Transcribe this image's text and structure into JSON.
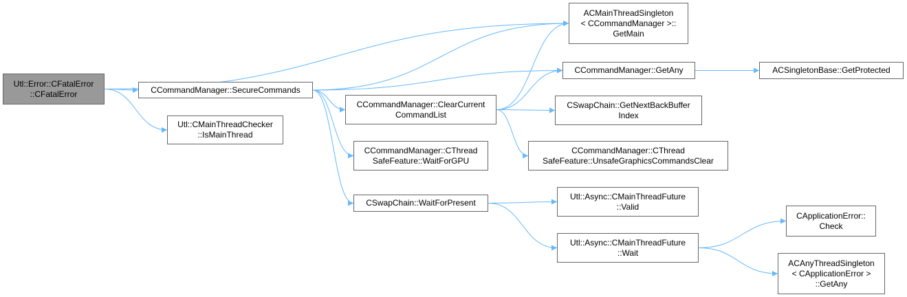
{
  "colors": {
    "edge": "#63b8ff",
    "node_border": "#666666",
    "root_fill": "#999999"
  },
  "nodes": {
    "root": [
      "Utl::Error::CFatalError",
      "::CFatalError"
    ],
    "secure": [
      "CCommandManager::SecureCommands"
    ],
    "ismain": [
      "Utl::CMainThreadChecker",
      "::IsMainThread"
    ],
    "getmain": [
      "ACMainThreadSingleton",
      "< CCommandManager >::",
      "GetMain"
    ],
    "getany": [
      "CCommandManager::GetAny"
    ],
    "clearcur": [
      "CCommandManager::ClearCurrent",
      "CommandList"
    ],
    "waitgpu": [
      "CCommandManager::CThread",
      "SafeFeature::WaitForGPU"
    ],
    "waitpresent": [
      "CSwapChain::WaitForPresent"
    ],
    "getprotected": [
      "ACSingletonBase::GetProtected"
    ],
    "getnextbb": [
      "CSwapChain::GetNextBackBuffer",
      "Index"
    ],
    "unsafeclear": [
      "CCommandManager::CThread",
      "SafeFeature::UnsafeGraphicsCommandsClear"
    ],
    "futvalid": [
      "Utl::Async::CMainThreadFuture",
      "::Valid"
    ],
    "futwait": [
      "Utl::Async::CMainThreadFuture",
      "::Wait"
    ],
    "apperrcheck": [
      "CApplicationError::",
      "Check"
    ],
    "anysingleton": [
      "ACAnyThreadSingleton",
      "< CApplicationError >",
      "::GetAny"
    ]
  },
  "edges": [
    [
      "root",
      "secure"
    ],
    [
      "root",
      "ismain"
    ],
    [
      "root",
      "getmain"
    ],
    [
      "secure",
      "getmain"
    ],
    [
      "secure",
      "getany"
    ],
    [
      "secure",
      "clearcur"
    ],
    [
      "secure",
      "waitgpu"
    ],
    [
      "secure",
      "waitpresent"
    ],
    [
      "getany",
      "getprotected"
    ],
    [
      "clearcur",
      "getmain"
    ],
    [
      "clearcur",
      "getany"
    ],
    [
      "clearcur",
      "getnextbb"
    ],
    [
      "clearcur",
      "unsafeclear"
    ],
    [
      "waitpresent",
      "futvalid"
    ],
    [
      "waitpresent",
      "futwait"
    ],
    [
      "futwait",
      "apperrcheck"
    ],
    [
      "futwait",
      "anysingleton"
    ]
  ]
}
